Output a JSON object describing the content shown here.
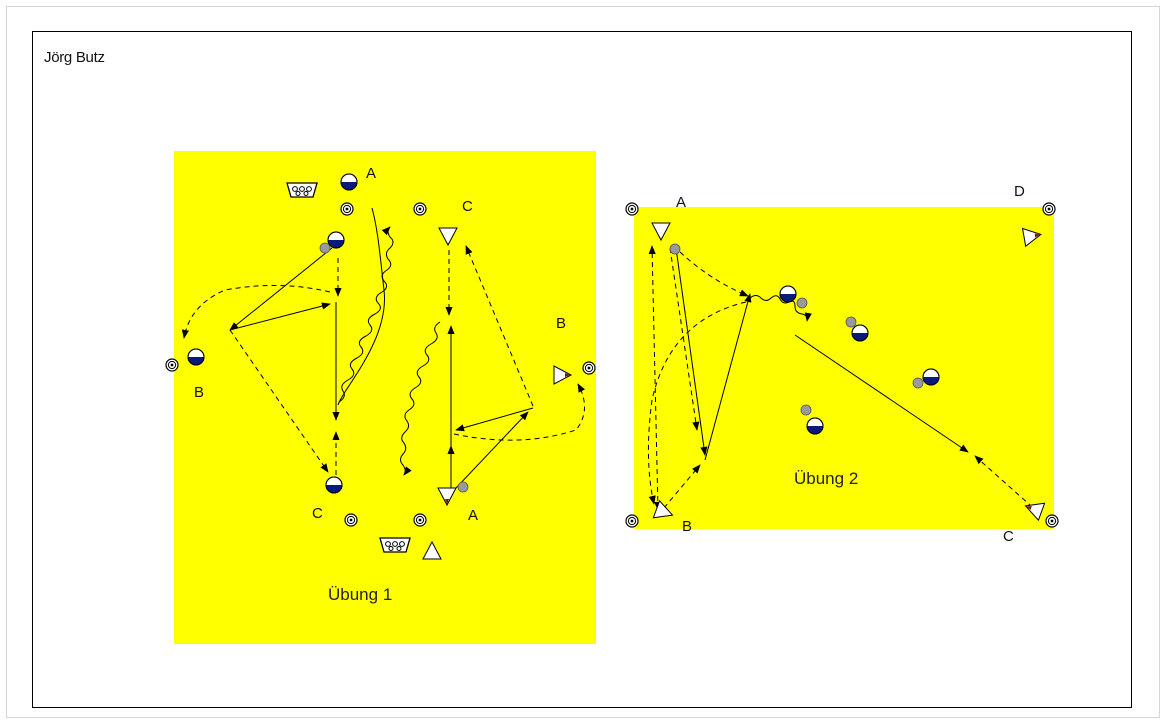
{
  "author": "Jörg Butz",
  "drills": [
    {
      "caption": "Übung 1",
      "labels": {
        "a_top": "A",
        "a_bottom": "A",
        "b_left": "B",
        "b_right": "B",
        "c_top": "C",
        "c_bottom": "C"
      }
    },
    {
      "caption": "Übung 2",
      "labels": {
        "a": "A",
        "b": "B",
        "c": "C",
        "d": "D"
      }
    }
  ],
  "colors": {
    "field": "#ffff00",
    "player_white": "#ffffff",
    "player_blue": "#0a1a7a",
    "ball_grey": "#9a9a9a",
    "line": "#000000",
    "cone_red": "#8a1010"
  },
  "legend_icons": [
    "cone-marker-icon",
    "player-icon",
    "ball-icon",
    "triangle-player-icon",
    "ball-basket-icon",
    "pass-arrow-icon",
    "run-arrow-icon",
    "dribble-arrow-icon"
  ]
}
